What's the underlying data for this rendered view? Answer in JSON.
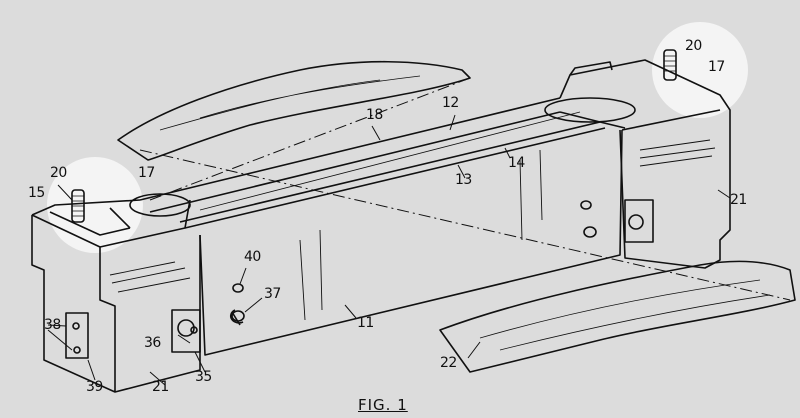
{
  "figure": {
    "caption": "FIG. 1",
    "labels": {
      "l20r": "20",
      "l17r": "17",
      "l12": "12",
      "l18": "18",
      "l14": "14",
      "l13": "13",
      "l21r": "21",
      "l15": "15",
      "l20l": "20",
      "l17l": "17",
      "l40": "40",
      "l37": "37",
      "l36": "36",
      "l35": "35",
      "l11": "11",
      "l22": "22",
      "l38": "38",
      "l39": "39",
      "l21l": "21"
    }
  },
  "colors": {
    "background": "#dcdcdc",
    "ink": "#111111",
    "highlight": "#f4f4f4"
  }
}
